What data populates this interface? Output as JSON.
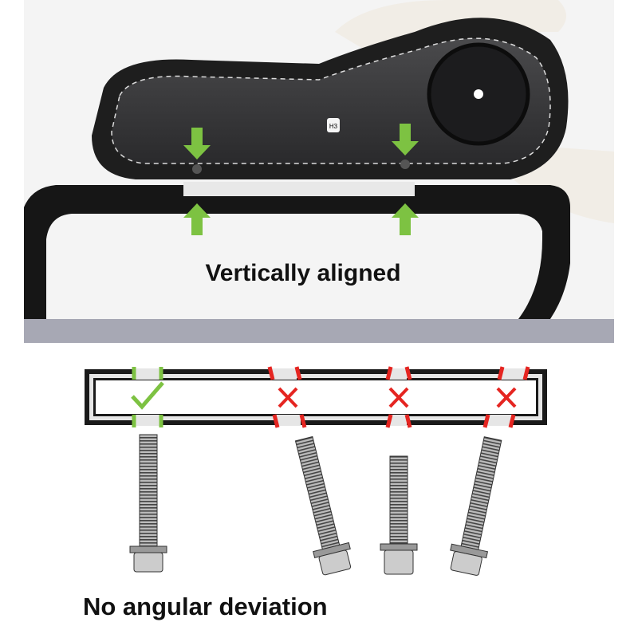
{
  "captions": {
    "top": "Vertically aligned",
    "bottom": "No angular deviation"
  },
  "armrest_label": "H3",
  "colors": {
    "ok": "#7dc242",
    "bad": "#e52521",
    "frame": "#1a1a1a",
    "table": "#a7a8b4"
  },
  "bolt_checks": [
    {
      "status": "correct",
      "icon": "check-icon"
    },
    {
      "status": "tilted",
      "icon": "x-icon"
    },
    {
      "status": "misaligned",
      "icon": "x-icon"
    },
    {
      "status": "tilted",
      "icon": "x-icon"
    }
  ]
}
